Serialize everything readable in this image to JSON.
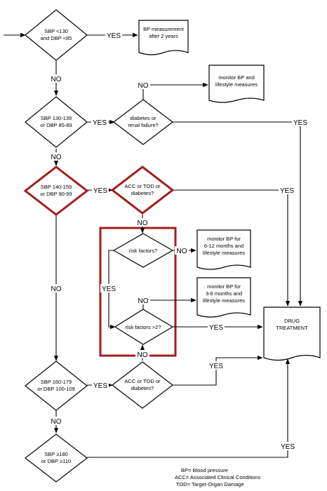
{
  "colors": {
    "line": "#000000",
    "highlight": "#a01e1e",
    "background": "#ffffff"
  },
  "diamonds": {
    "d1": [
      "SBP <130",
      "and DBP <85"
    ],
    "d2": [
      "SBP 130-139",
      "or DBP 85-89"
    ],
    "d3": [
      "SBP 140-159",
      "or DBP 90-99"
    ],
    "d4": [
      "SBP 160-179",
      "or DBP 100-109"
    ],
    "d5": [
      "SBP ≥180",
      "or DBP ≥110"
    ],
    "c1": [
      "diabetes or",
      "renal failure?"
    ],
    "c2": [
      "ACC or TOD or",
      "diabetes?"
    ],
    "c3": [
      "ACC or TOD or",
      "diabetes?"
    ],
    "rf1": [
      "risk factors?"
    ],
    "rf2": [
      "risk factors >2?"
    ]
  },
  "documents": {
    "doc1": [
      "BP measurement",
      "after 2 years"
    ],
    "doc2": [
      "monitor BP and",
      "lifestyle measures"
    ],
    "doc3": [
      "monitor BP for",
      "6-12 months and",
      "lifestyle measures"
    ],
    "doc4": [
      "monitor BP for",
      "3-6 months and",
      "lifestyle measures"
    ],
    "drug": [
      "DRUG",
      "TREATMENT"
    ]
  },
  "labels": {
    "yes": "YES",
    "no": "NO"
  },
  "legend": [
    "BP= Blood pressure",
    "ACC= Associated Clinical Conditions",
    "TOD= Target-Organ Damage"
  ]
}
